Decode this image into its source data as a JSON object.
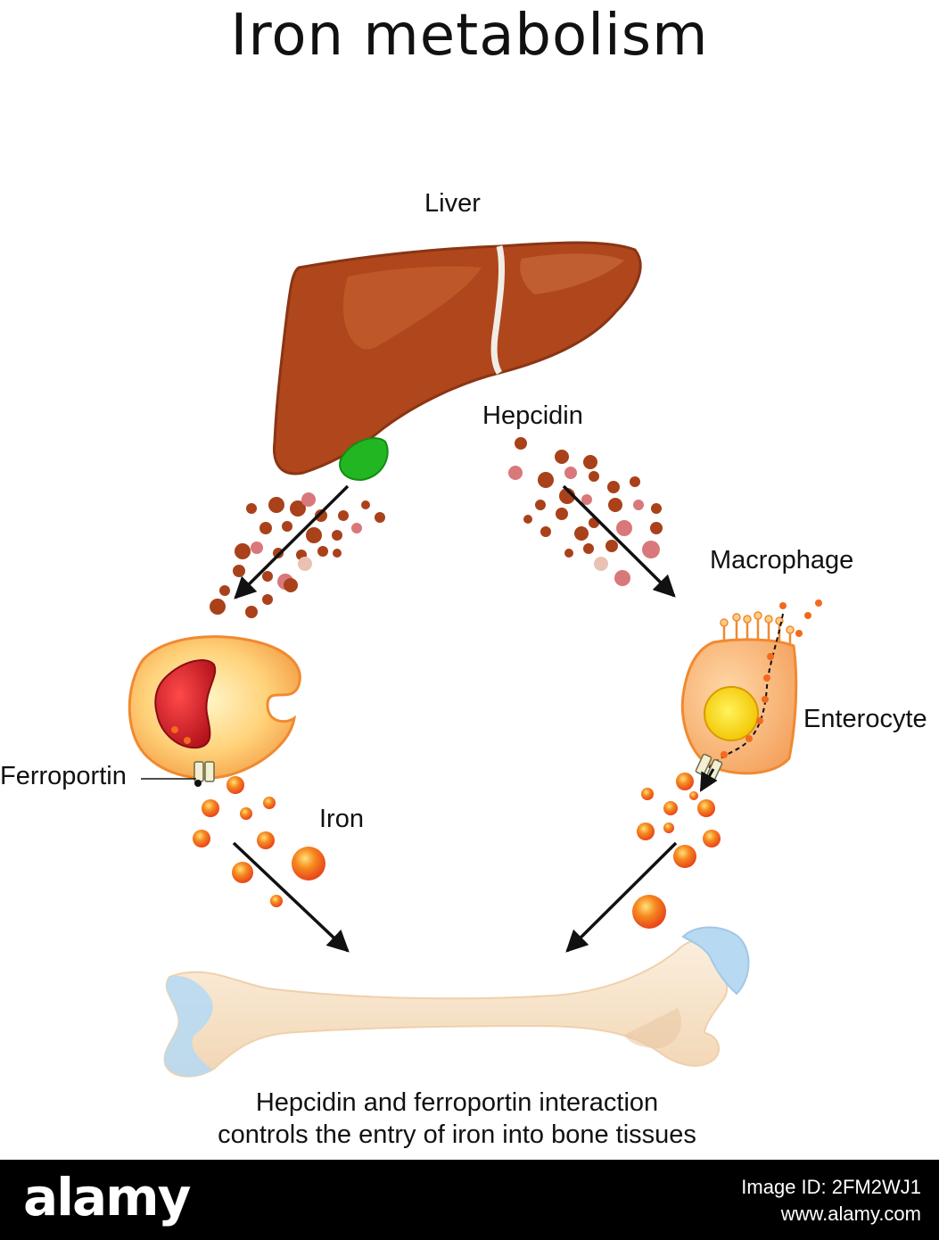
{
  "title": "Iron metabolism",
  "labels": {
    "liver": "Liver",
    "hepcidin": "Hepcidin",
    "macrophage": "Macrophage",
    "enterocyte": "Enterocyte",
    "ferroportin": "Ferroportin",
    "iron": "Iron"
  },
  "caption": {
    "line1": "Hepcidin and ferroportin interaction",
    "line2": "controls the entry of iron into bone tissues"
  },
  "footer": {
    "logo": "alamy",
    "image_id": "Image ID: 2FM2WJ1",
    "site": "www.alamy.com"
  },
  "colors": {
    "liver": "#b0461c",
    "gallbladder": "#22b722",
    "hepcidin_dark": "#a9411a",
    "hepcidin_pink": "#d8787a",
    "iron": "#f26a1e",
    "bone": "#f7e1c6",
    "cartilage": "#b8d9f2"
  }
}
